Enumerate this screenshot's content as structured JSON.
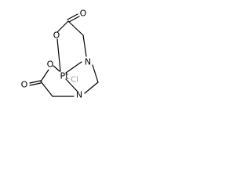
{
  "atoms": {
    "pt": "Pt",
    "cl": "Cl",
    "o_top": "O",
    "o_bottom": "O",
    "n_right": "N",
    "n_bottom": "N",
    "o_carbonyl_top": "O",
    "o_carbonyl_bottom": "O"
  },
  "colors": {
    "bond": "#000000",
    "text": "#000000",
    "cl": "#9a9a9a"
  }
}
